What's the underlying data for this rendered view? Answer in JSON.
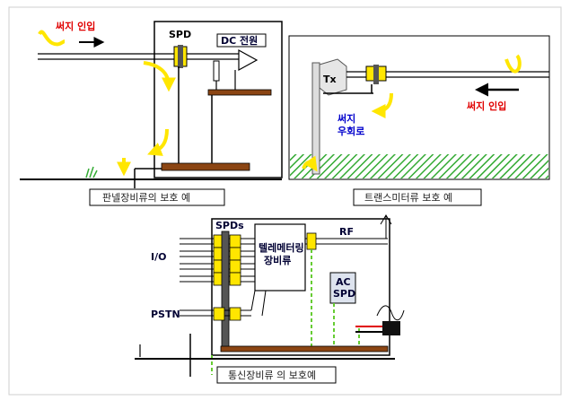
{
  "panel_top_left": {
    "surge_label": "써지 인입",
    "spd_label": "SPD",
    "dc_label": "DC 전원",
    "caption": "판넬장비류의 보호 예",
    "colors": {
      "surge": "#e00000",
      "spd_body": "#ffe600",
      "bar": "#8b4513",
      "arrow": "#ffe600"
    }
  },
  "panel_top_right": {
    "tx_label": "Tx",
    "surge_label": "써지 인입",
    "bypass_label": "써지\n우회로",
    "bypass_line1": "써지",
    "bypass_line2": "우회로",
    "caption": "트랜스미터류 보호 예",
    "colors": {
      "ground": "#33aa33",
      "bypass": "#0000cc"
    }
  },
  "panel_bottom": {
    "spds_label": "SPDs",
    "io_label": "I/O",
    "pstn_label": "PSTN",
    "rf_label": "RF",
    "telemeter_line1": "텔레메터링",
    "telemeter_line2": "장비류",
    "ac_line1": "AC",
    "ac_line2": "SPD",
    "caption": "통신장비류 의 보호예",
    "colors": {
      "ground_wire": "#66cc33"
    }
  }
}
